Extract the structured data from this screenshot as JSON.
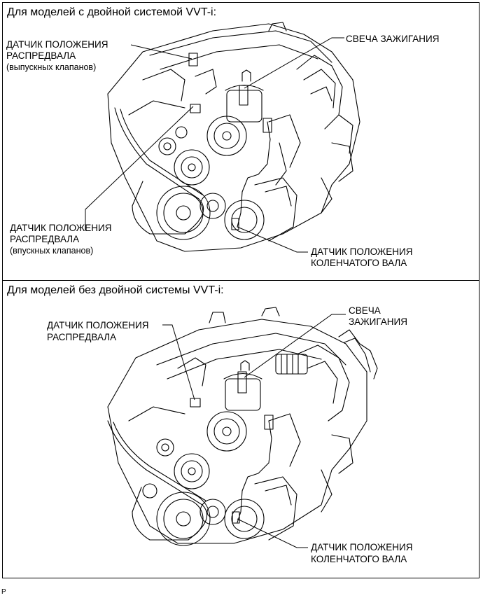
{
  "top": {
    "title": "Для моделей с двойной системой VVT-i:",
    "labels": {
      "cam_exhaust_1": "ДАТЧИК ПОЛОЖЕНИЯ",
      "cam_exhaust_2": "РАСПРЕДВАЛА",
      "cam_exhaust_3": "(выпускных клапанов)",
      "spark": "СВЕЧА ЗАЖИГАНИЯ",
      "cam_intake_1": "ДАТЧИК ПОЛОЖЕНИЯ",
      "cam_intake_2": "РАСПРЕДВАЛА",
      "cam_intake_3": "(впускных клапанов)",
      "crank_1": "ДАТЧИК ПОЛОЖЕНИЯ",
      "crank_2": "КОЛЕНЧАТОГО ВАЛА"
    }
  },
  "bottom": {
    "title": "Для моделей без двойной системы VVT-i:",
    "labels": {
      "cam_1": "ДАТЧИК ПОЛОЖЕНИЯ",
      "cam_2": "РАСПРЕДВАЛА",
      "spark_1": "СВЕЧА",
      "spark_2": "ЗАЖИГАНИЯ",
      "crank_1": "ДАТЧИК ПОЛОЖЕНИЯ",
      "crank_2": "КОЛЕНЧАТОГО ВАЛА"
    }
  },
  "footer": "P"
}
